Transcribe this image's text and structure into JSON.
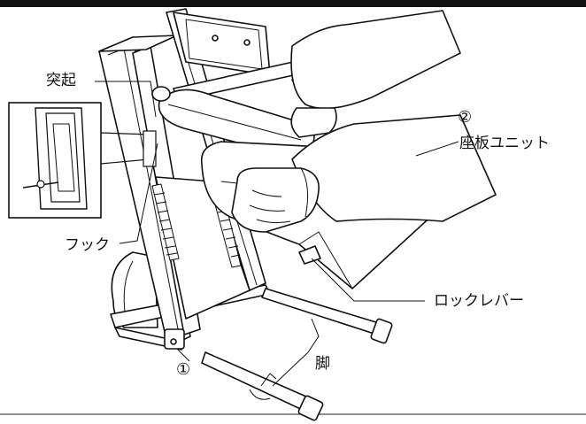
{
  "labels": {
    "protrusion": "突起",
    "hook": "フック",
    "seat_unit_number": "②",
    "seat_unit": "座板ユニット",
    "lock_lever": "ロックレバー",
    "leg": "脚",
    "leg_number": "①"
  },
  "icons": [
    "chair-frame-illustration",
    "hands-illustration",
    "detail-inset"
  ]
}
